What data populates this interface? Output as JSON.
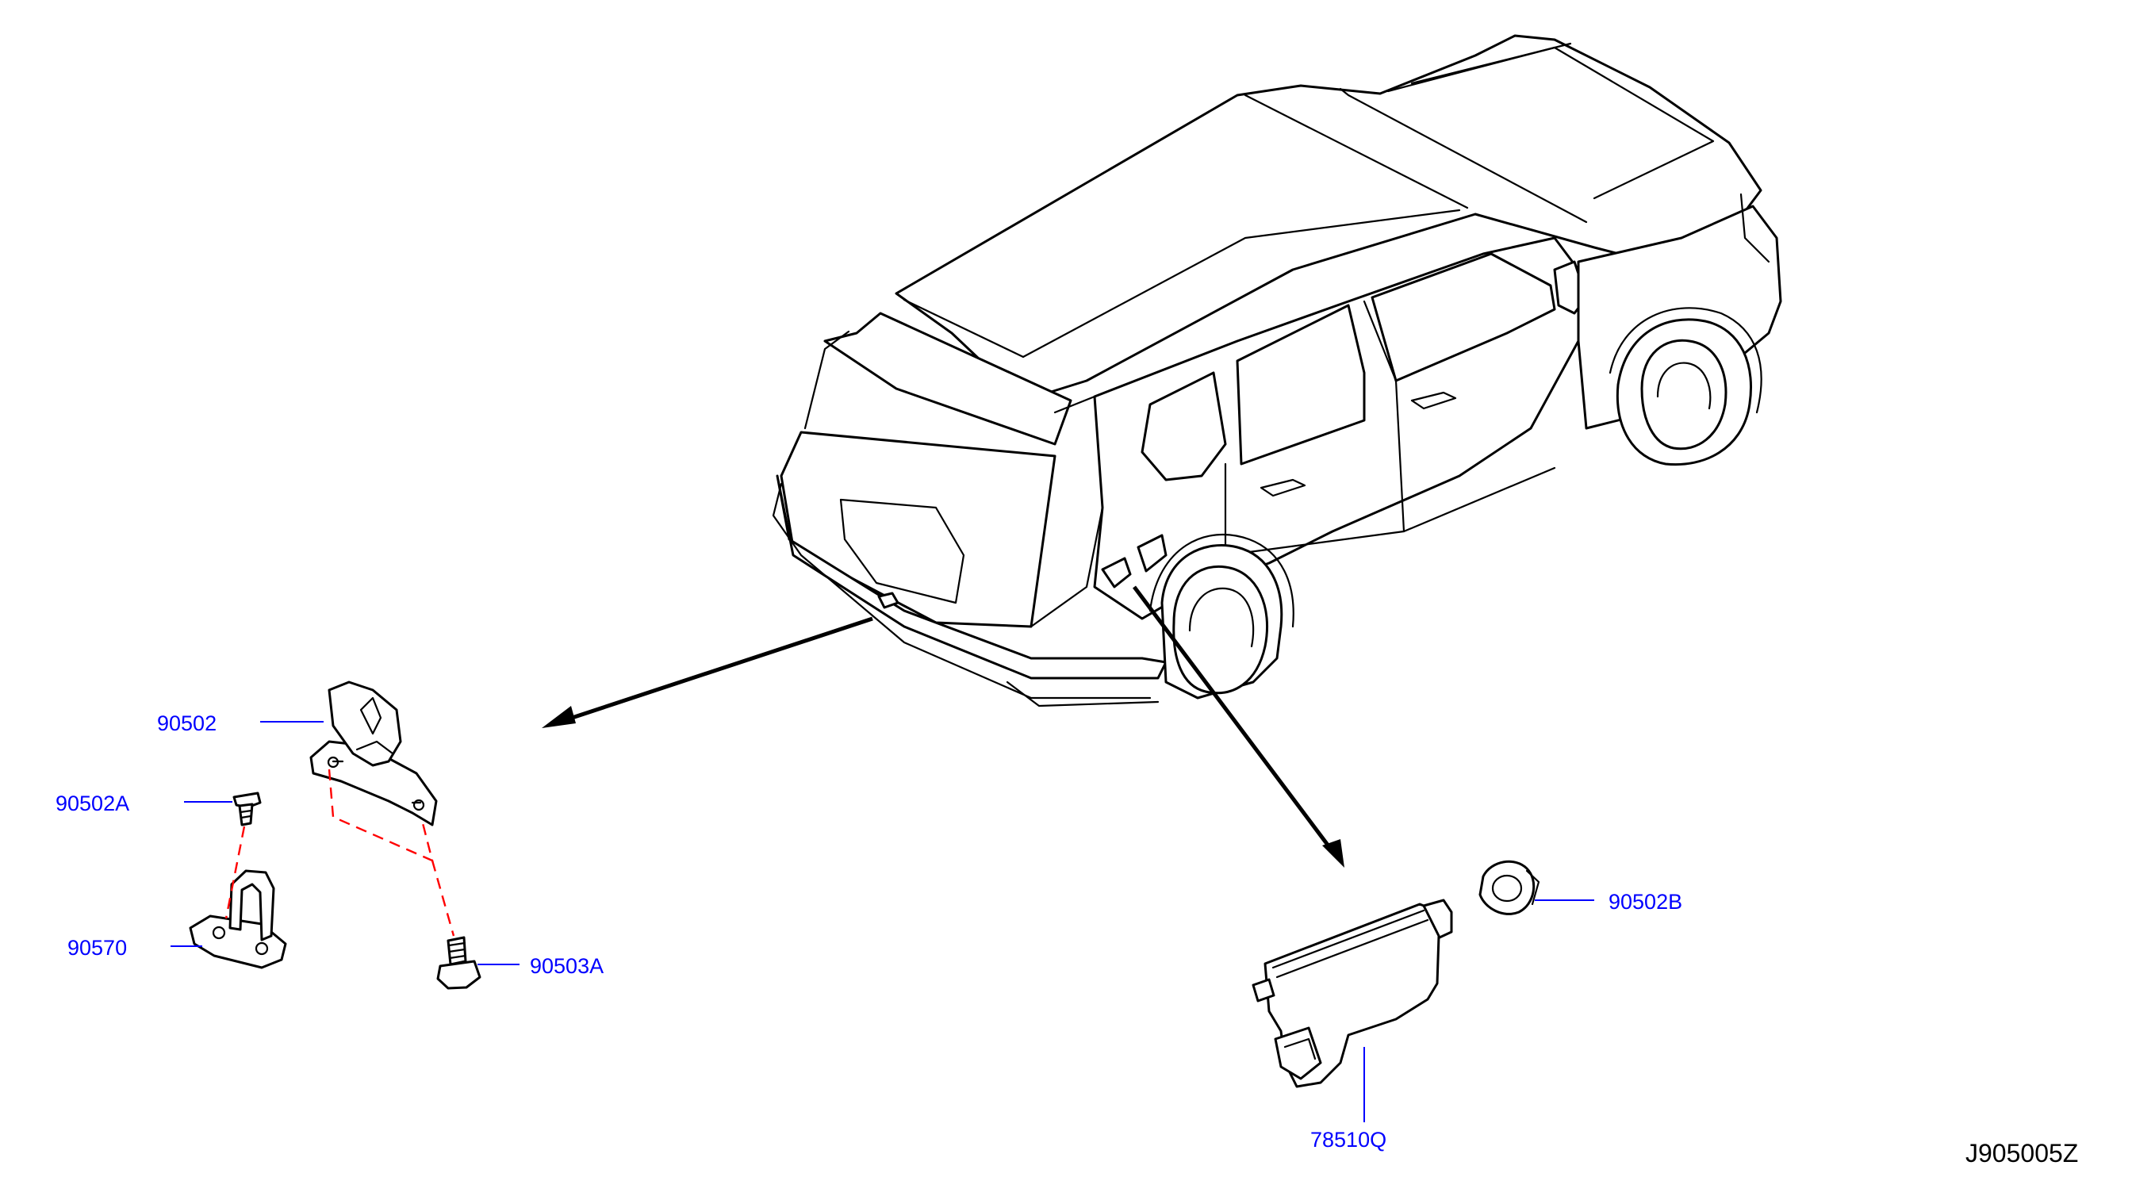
{
  "labels": {
    "p90502": "90502",
    "p90502A": "90502A",
    "p90570": "90570",
    "p90503A": "90503A",
    "p90502B": "90502B",
    "p78510Q": "78510Q"
  },
  "diagram_code": "J905005Z",
  "colors": {
    "label": "#0000ff",
    "leader": "#0000ff",
    "phantom": "#ff0000",
    "outline": "#000000"
  }
}
